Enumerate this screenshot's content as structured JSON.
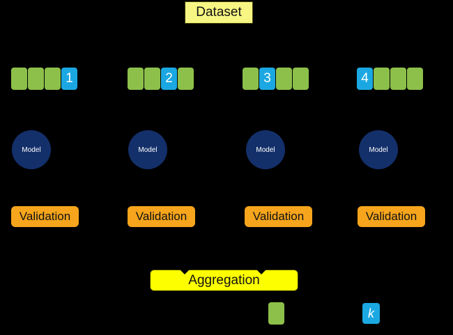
{
  "diagram": {
    "dataset_label": "Dataset",
    "folds": [
      {
        "cells": [
          "train",
          "train",
          "train",
          "test"
        ],
        "test_label": "1"
      },
      {
        "cells": [
          "train",
          "train",
          "test",
          "train"
        ],
        "test_label": "2"
      },
      {
        "cells": [
          "train",
          "test",
          "train",
          "train"
        ],
        "test_label": "3"
      },
      {
        "cells": [
          "test",
          "train",
          "train",
          "train"
        ],
        "test_label": "4"
      }
    ],
    "model_label": "Model",
    "validation_label": "Validation",
    "aggregation_label": "Aggregation",
    "legend": {
      "k_label": "k"
    }
  },
  "colors": {
    "background": "#000000",
    "dataset_fill": "#F8F683",
    "train_green": "#8DC04B",
    "test_blue": "#1BA8E2",
    "model_navy": "#14306B",
    "validation_orange": "#F6A51C",
    "aggregation_yellow": "#FDFF00",
    "text_dark": "#121212",
    "text_light": "#FFFFFF"
  }
}
